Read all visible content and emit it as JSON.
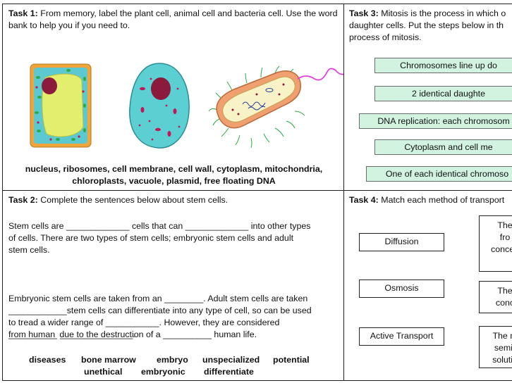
{
  "task1": {
    "label": "Task 1:",
    "text": "From memory, label the plant cell, animal cell and bacteria cell. Use the word bank to help you if you need to.",
    "word_bank_line1": "nucleus, ribosomes, cell membrane, cell wall, cytoplasm, mitochondria,",
    "word_bank_line2": "chloroplasts, vacuole, plasmid, free floating DNA"
  },
  "task3": {
    "label": "Task 3:",
    "text_line1": "Mitosis is the process in which o",
    "text_line2": "daughter cells. Put the steps below in th",
    "text_line3": "process of mitosis.",
    "steps": [
      "Chromosomes line up do",
      "2 identical daughte",
      "DNA replication: each chromosom",
      "Cytoplasm and cell me",
      "One of each identical chromoso"
    ]
  },
  "task2": {
    "label": "Task 2:",
    "text": "Complete the sentences below about stem cells.",
    "para1_line1": "Stem cells are _____________ cells that can _____________ into other types",
    "para1_line2": "of cells. There are two types of stem cells; embryonic stem cells and adult",
    "para1_line3": "stem cells.",
    "para2_line1": "Embryonic stem cells are taken from an ________. Adult stem cells are taken",
    "para2_line2": "from human  _______________.",
    "para3_line1": "____________stem cells can differentiate into any type of cell, so can be used",
    "para3_line2": "to tread a wider range of ___________. However, they are considered",
    "para3_line3": "__________ due to the destruction of a __________ human life.",
    "word_bank": [
      "diseases",
      "bone marrow",
      "embryo",
      "unspecialized",
      "potential",
      "unethical",
      "embryonic",
      "differentiate"
    ]
  },
  "task4": {
    "label": "Task 4:",
    "text": "Match each method of transport",
    "methods": [
      "Diffusion",
      "Osmosis",
      "Active Transport"
    ],
    "descriptions": [
      [
        "The",
        "fro",
        "concen"
      ],
      [
        "The",
        "conc"
      ],
      [
        "The m",
        "semi-",
        "solutio"
      ]
    ]
  },
  "colors": {
    "step_fill": "#d2f3e0",
    "plant_wall": "#f0a43a",
    "plant_cytoplasm": "#5bc9cf",
    "plant_vacuole": "#e3ee6e",
    "nucleus": "#8b1a3c",
    "animal_cytoplasm": "#5ccfd2",
    "bacteria_wall": "#f0a070",
    "flagellum": "#e23fdc"
  }
}
